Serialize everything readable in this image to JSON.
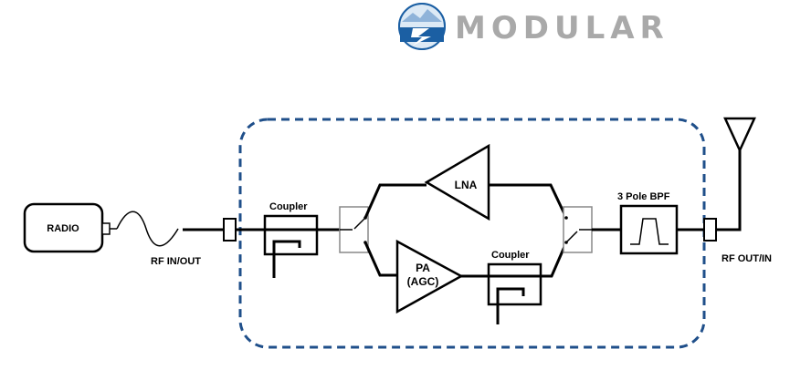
{
  "logo": {
    "brand_text": "MODULAR"
  },
  "diagram": {
    "radio_label": "RADIO",
    "rf_in_out_label": "RF IN/OUT",
    "rf_out_in_label": "RF OUT/IN",
    "coupler_left_label": "Coupler",
    "coupler_right_label": "Coupler",
    "lna_label": "LNA",
    "pa_label_line1": "PA",
    "pa_label_line2": "(AGC)",
    "bpf_label": "3 Pole BPF"
  },
  "colors": {
    "enclosure_border": "#1f4f8a",
    "logo_blue": "#1b5fa3",
    "logo_text": "#a9a9a9"
  }
}
